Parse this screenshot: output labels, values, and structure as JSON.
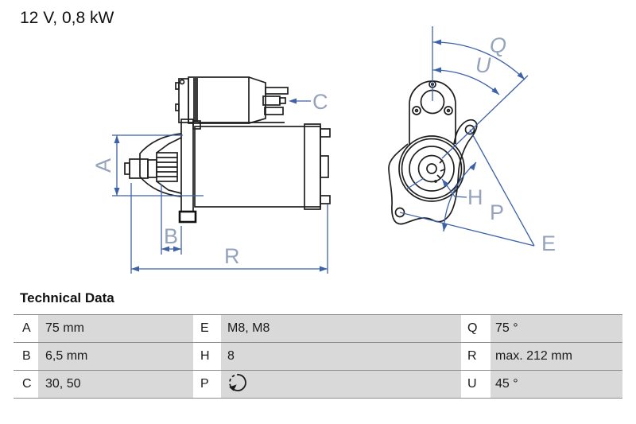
{
  "header": {
    "title": "12 V, 0,8 kW"
  },
  "diagram": {
    "side_view": {
      "labels": {
        "a": "A",
        "b": "B",
        "c": "C",
        "r": "R"
      }
    },
    "front_view": {
      "labels": {
        "q": "Q",
        "u": "U",
        "h": "H",
        "p": "P",
        "e": "E"
      }
    },
    "colors": {
      "dimension_line": "#3e62a8",
      "dimension_label": "#96a3bd",
      "drawing_line": "#1f1f1f"
    }
  },
  "technical_data": {
    "heading": "Technical Data",
    "rows": [
      {
        "c1k": "A",
        "c1v": "75 mm",
        "c2k": "E",
        "c2v": "M8, M8",
        "c3k": "Q",
        "c3v": "75 °"
      },
      {
        "c1k": "B",
        "c1v": "6,5 mm",
        "c2k": "H",
        "c2v": "8",
        "c3k": "R",
        "c3v": "max. 212 mm"
      },
      {
        "c1k": "C",
        "c1v": "30, 50",
        "c2k": "P",
        "c2v_icon": "rotation-direction-icon",
        "c3k": "U",
        "c3v": "45 °"
      }
    ],
    "colors": {
      "cell_bg": "#d9d9d9",
      "row_line": "#8c8c8c"
    }
  }
}
